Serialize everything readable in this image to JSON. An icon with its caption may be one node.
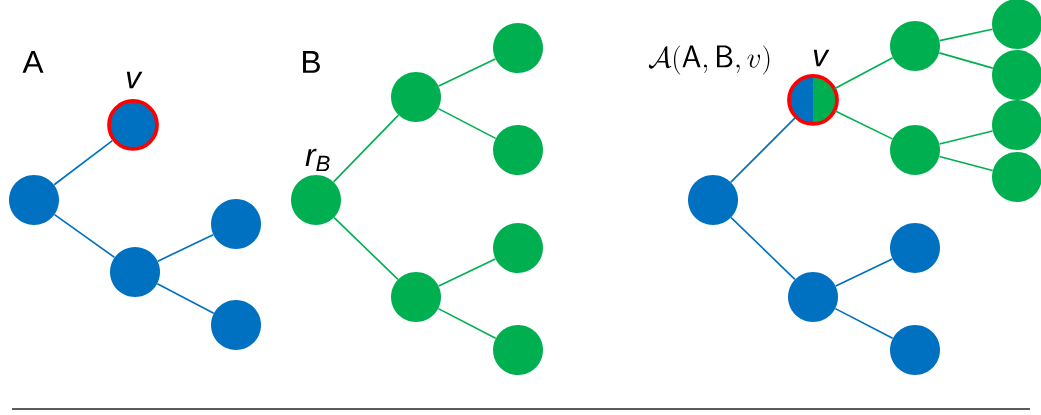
{
  "diagram": {
    "nodes": [
      {
        "text": [],
        "shape": "circle",
        "beside": [
          "v"
        ]
      },
      {
        "text": [],
        "shape": "circle"
      },
      {
        "text": [],
        "shape": "circle"
      },
      {
        "text": [],
        "shape": "circle"
      },
      {
        "text": [],
        "shape": "circle"
      },
      {
        "text": [],
        "shape": "circle",
        "beside": [
          "r$_{B}$"
        ]
      },
      {
        "text": [],
        "shape": "circle"
      },
      {
        "text": [],
        "shape": "circle"
      },
      {
        "text": [],
        "shape": "circle"
      },
      {
        "text": [],
        "shape": "circle"
      },
      {
        "text": [],
        "shape": "circle"
      },
      {
        "text": [],
        "shape": "circle"
      },
      {
        "text": [],
        "shape": "circle"
      },
      {
        "text": [],
        "shape": "circle",
        "beside": [
          "v"
        ]
      },
      {
        "text": [],
        "shape": "circle"
      },
      {
        "text": [],
        "shape": "circle"
      },
      {
        "text": [],
        "shape": "circle"
      },
      {
        "text": [],
        "shape": "circle"
      },
      {
        "text": [],
        "shape": "circle"
      },
      {
        "text": [],
        "shape": "circle"
      },
      {
        "text": [],
        "shape": "circle"
      },
      {
        "text": [],
        "shape": "circle"
      },
      {
        "text": [],
        "shape": "circle"
      }
    ],
    "edges": [
      {
        "from": 1,
        "to": 0,
        "arrow": "none",
        "color": "#0070c0"
      },
      {
        "from": 1,
        "to": 2,
        "arrow": "none",
        "color": "#0070c0"
      },
      {
        "from": 2,
        "to": 3,
        "arrow": "none",
        "color": "#0070c0"
      },
      {
        "from": 2,
        "to": 4,
        "arrow": "none",
        "color": "#0070c0"
      },
      {
        "from": 5,
        "to": 6,
        "arrow": "none"
      },
      {
        "from": 5,
        "to": 7,
        "arrow": "none"
      },
      {
        "from": 6,
        "to": 8,
        "arrow": "none"
      },
      {
        "from": 6,
        "to": 9,
        "arrow": "none"
      },
      {
        "from": 7,
        "to": 10,
        "arrow": "none"
      },
      {
        "from": 7,
        "to": 11,
        "arrow": "none"
      },
      {
        "from": 12,
        "to": 13,
        "arrow": "none",
        "color": "#0070c0"
      },
      {
        "from": 13,
        "to": 14,
        "arrow": "none"
      },
      {
        "from": 13,
        "to": 15,
        "arrow": "none"
      },
      {
        "from": 14,
        "to": 16,
        "arrow": "none"
      },
      {
        "from": 14,
        "to": 17,
        "arrow": "none"
      },
      {
        "from": 15,
        "to": 18,
        "arrow": "none"
      },
      {
        "from": 15,
        "to": 19,
        "arrow": "none"
      },
      {
        "from": 12,
        "to": 20,
        "arrow": "none",
        "color": "#0070c0"
      },
      {
        "from": 20,
        "to": 21,
        "arrow": "none",
        "color": "#0070c0"
      },
      {
        "from": 20,
        "to": 22,
        "arrow": "none",
        "color": "#0070c0"
      }
    ],
    "labels": [
      "A",
      "B",
      "\\mathcal{A}(\\mathsf{A},\\mathsf{B},v)"
    ]
  }
}
